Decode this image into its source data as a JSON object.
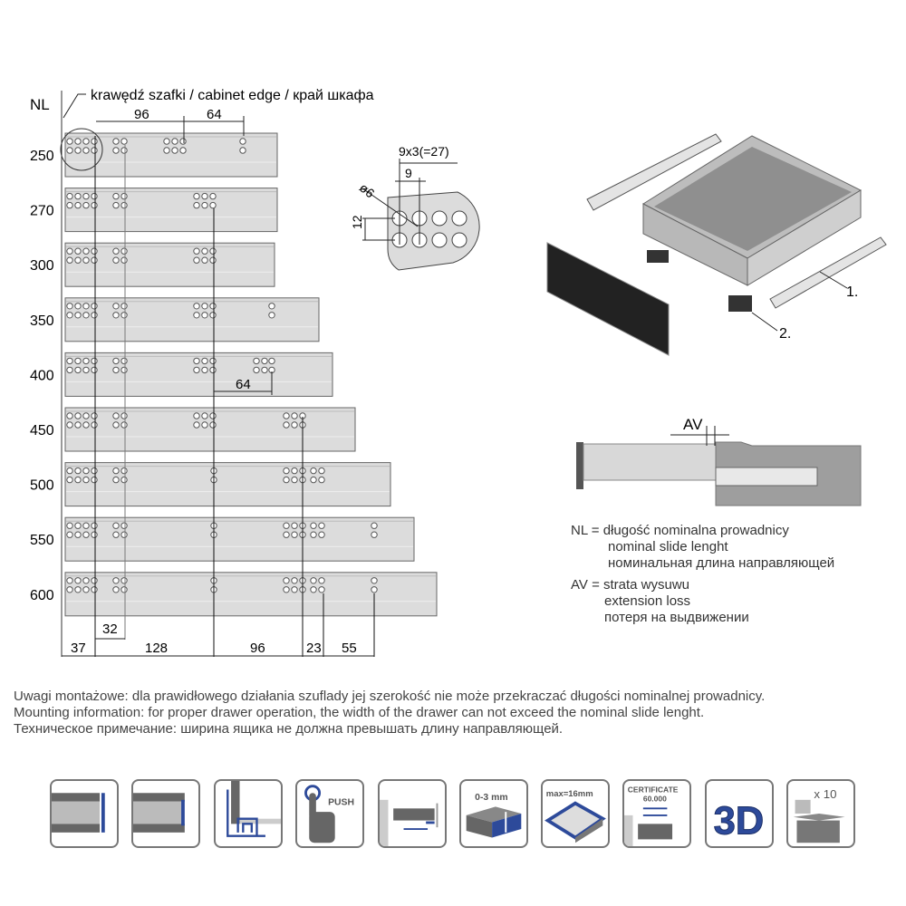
{
  "nl_label": "NL",
  "cabinet_edge_label": "krawędź szafki / cabinet edge / край шкафа",
  "sizes": [
    "250",
    "270",
    "300",
    "350",
    "400",
    "450",
    "500",
    "550",
    "600"
  ],
  "top_dims": [
    "96",
    "64"
  ],
  "mid_dim": "64",
  "bottom_dims": [
    "37",
    "128",
    "96",
    "23",
    "55"
  ],
  "dim_32": "32",
  "detail": {
    "pitch_total": "9x3(=27)",
    "pitch": "9",
    "diameter": "ø6",
    "row_gap": "12"
  },
  "callouts": [
    "1.",
    "2."
  ],
  "av_label": "AV",
  "legend": {
    "nl": [
      "NL = długość nominalna prowadnicy",
      "nominal slide lenght",
      "номинальная длина направляющей"
    ],
    "av": [
      "AV = strata wysuwu",
      "extension loss",
      "потеря на выдвижении"
    ]
  },
  "mounting_notes": [
    "Uwagi montażowe: dla prawidłowego działania szuflady jej szerokość nie może przekraczać długości nominalnej prowadnicy.",
    "Mounting information: for proper drawer operation, the width of the drawer can not exceed the nominal slide lenght.",
    "Техническое примечание: ширина ящика не должна превышать длину направляющей."
  ],
  "icons": {
    "push": "PUSH",
    "adjust": "0-3 mm",
    "thickness": "max=16mm",
    "certificate": "CERTIFICATE",
    "cycles": "60.000",
    "three_d": "3D",
    "pack": "x 10"
  },
  "colors": {
    "accent": "#2d4a9a",
    "panel": "#dcdcdc",
    "dark": "#5a5a5a"
  }
}
